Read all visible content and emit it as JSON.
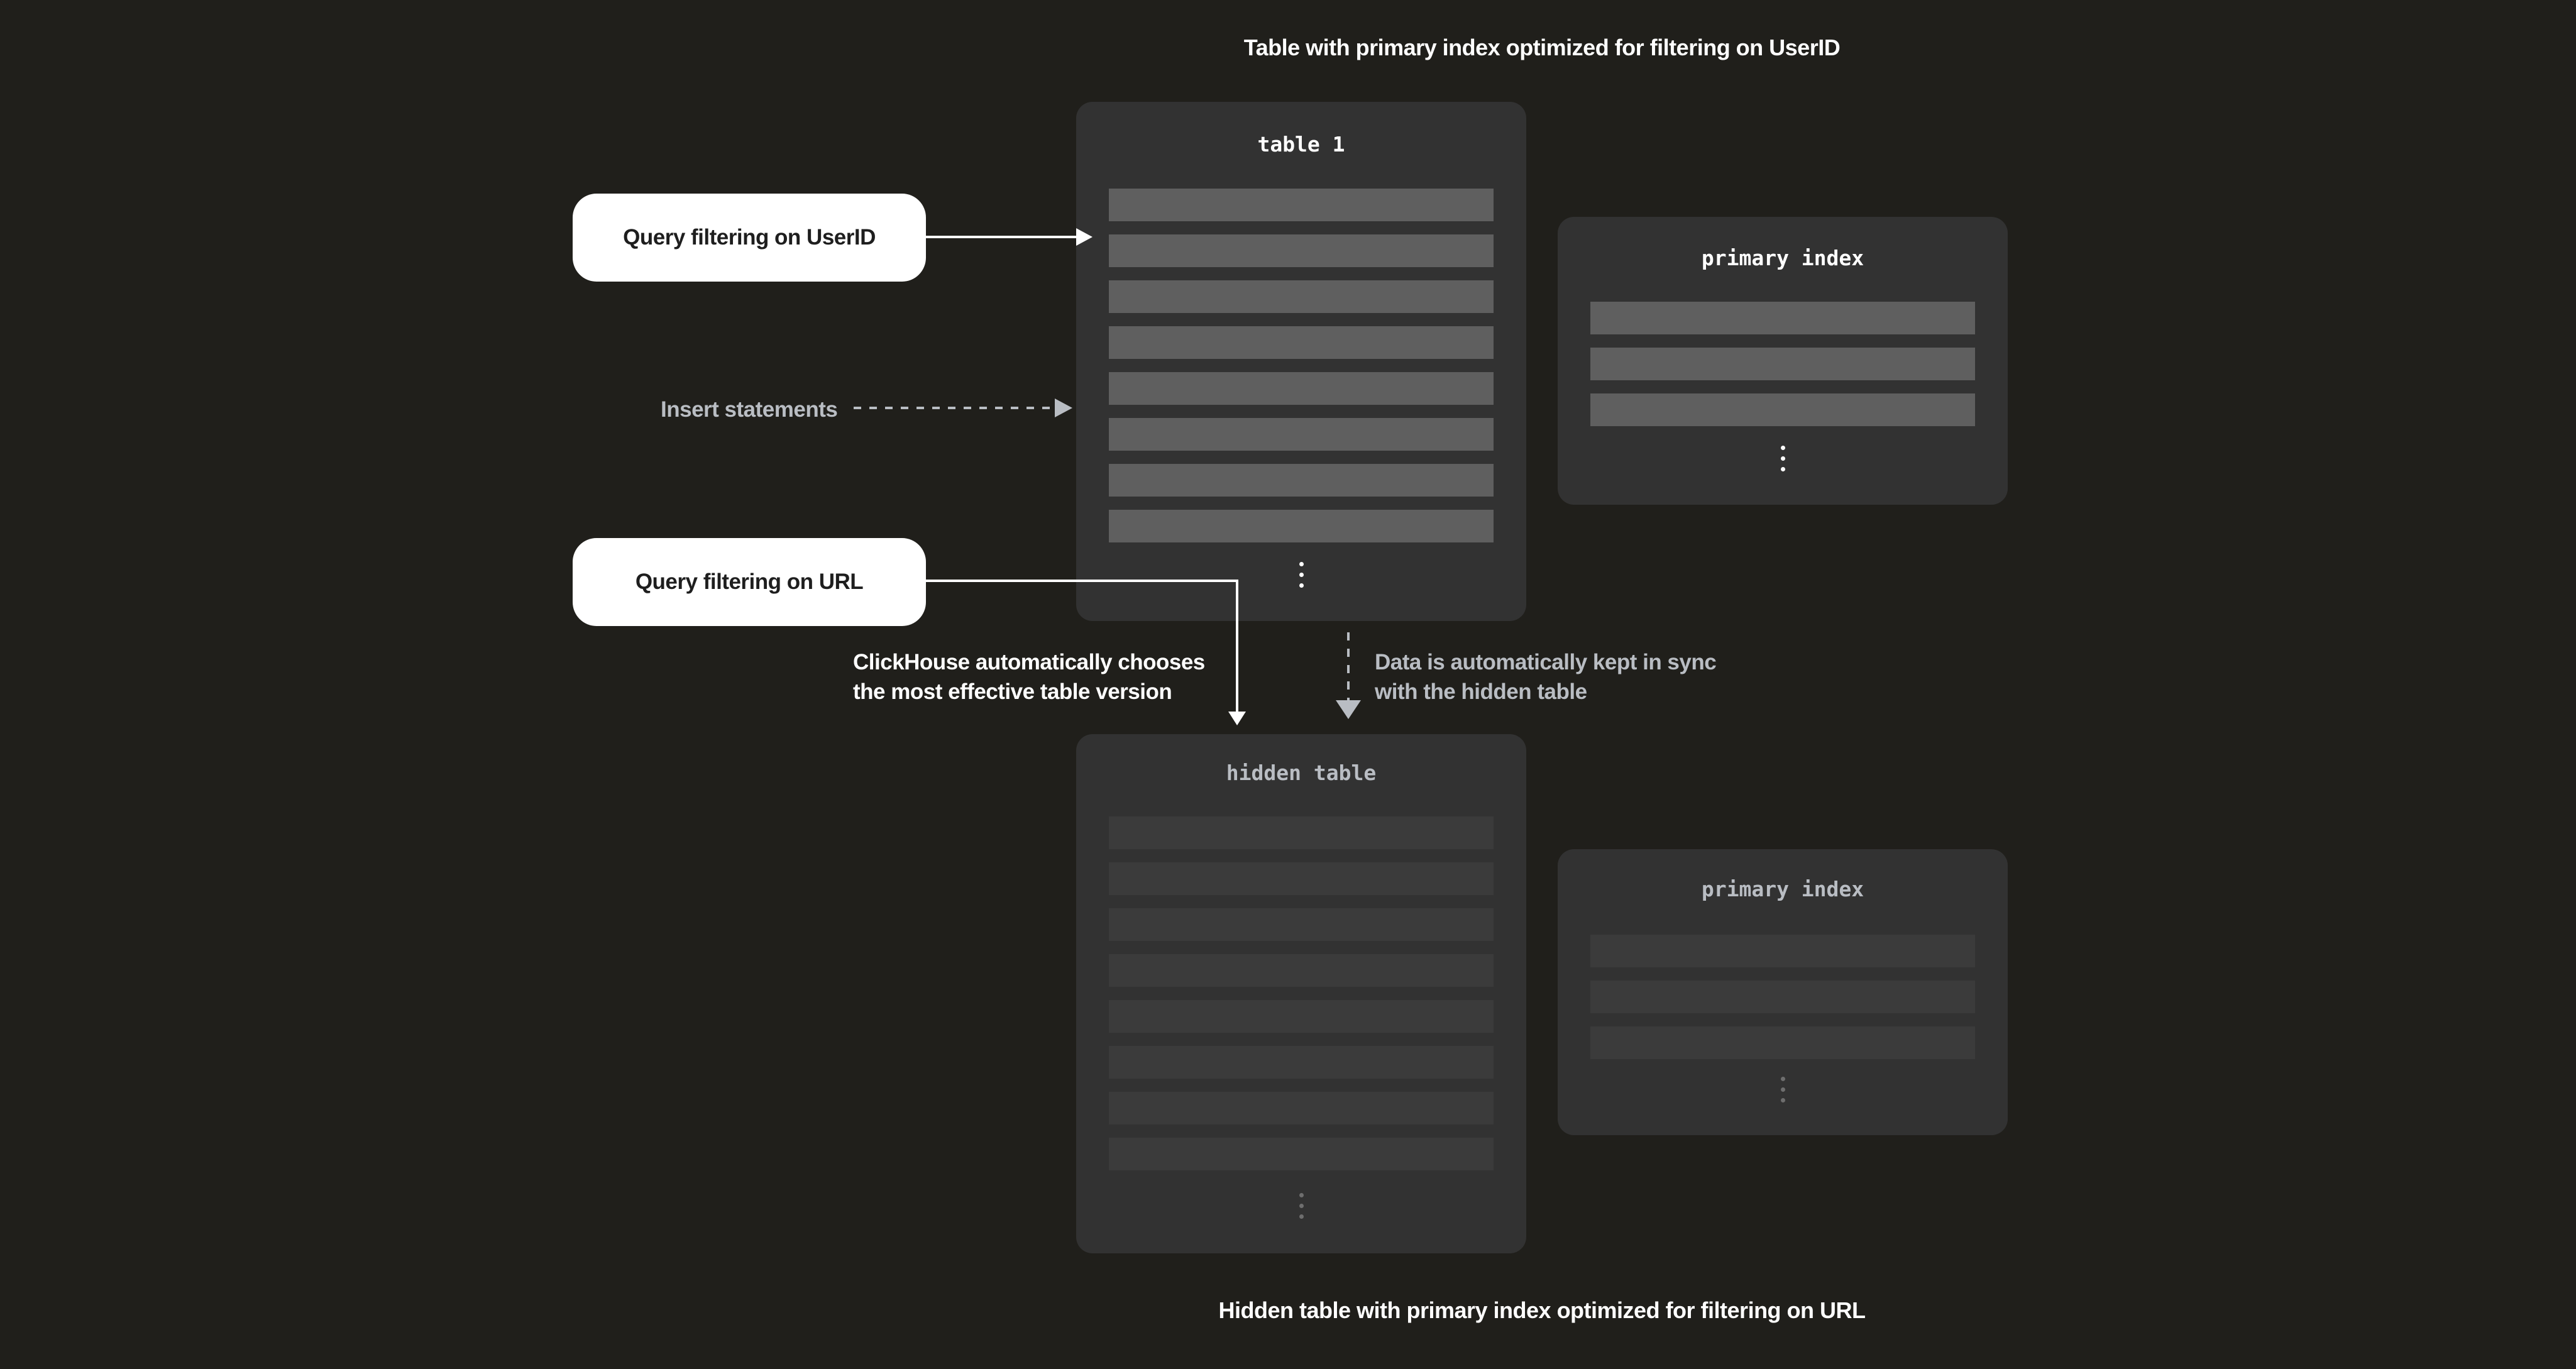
{
  "colors": {
    "background": "#201f1b",
    "panel": "#323232",
    "row_bright": "#5f5f5f",
    "row_dim": "#3b3b3b",
    "accent_white": "#ffffff",
    "text_gray": "#b9bdc3",
    "ellipsis_dim": "#6e6e6e",
    "label_text": "#1e1e1e"
  },
  "captions": {
    "top": "Table with primary index optimized for filtering on UserID",
    "bottom": "Hidden table with primary index optimized for filtering on URL"
  },
  "panels": {
    "table1": {
      "title": "table 1",
      "row_count": 8
    },
    "primary_index_top": {
      "title": "primary index",
      "row_count": 3
    },
    "hidden_table": {
      "title": "hidden table",
      "row_count": 8
    },
    "primary_index_bottom": {
      "title": "primary index",
      "row_count": 3
    }
  },
  "labels": {
    "query_userid": "Query filtering on UserID",
    "insert_statements": "Insert statements",
    "query_url": "Query filtering on URL",
    "auto_choose_line1": "ClickHouse automatically chooses",
    "auto_choose_line2": "the most effective table version",
    "sync_line1": "Data is automatically kept in sync",
    "sync_line2": "with the hidden table"
  }
}
